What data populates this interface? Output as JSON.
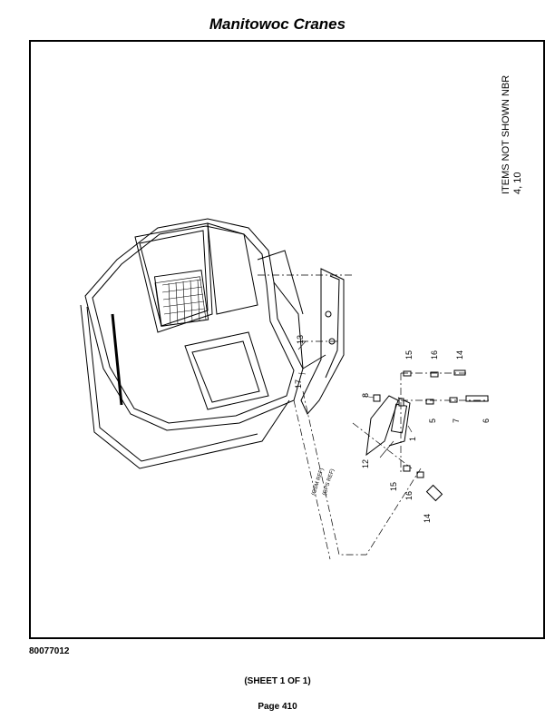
{
  "header": {
    "title": "Manitowoc Cranes"
  },
  "drawing": {
    "note_line1": "ITEMS NOT SHOWN NBR",
    "note_line2": "4, 10",
    "ref_gsm": "(GSM REF)",
    "ref_gps": "(GPS REF)",
    "callouts": {
      "c1": "1",
      "c5": "5",
      "c6": "6",
      "c7": "7",
      "c8": "8",
      "c12": "12",
      "c13": "13",
      "c14a": "14",
      "c14b": "14",
      "c15a": "15",
      "c15b": "15",
      "c16a": "16",
      "c16b": "16",
      "c17": "17"
    }
  },
  "footer": {
    "doc_number": "80077012",
    "sheet": "(SHEET 1 OF 1)",
    "page": "Page 410"
  }
}
